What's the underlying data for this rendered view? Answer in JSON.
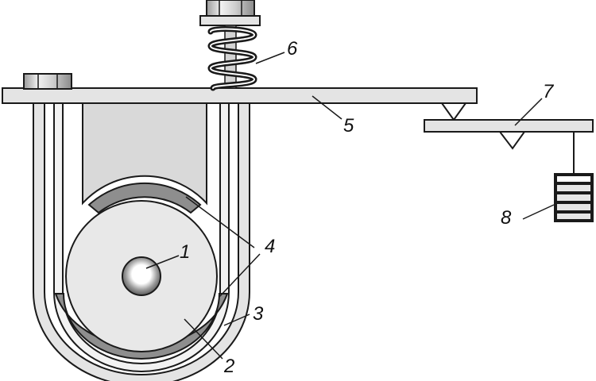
{
  "diagram": {
    "callouts": {
      "c1": "1",
      "c2": "2",
      "c3": "3",
      "c4": "4",
      "c5": "5",
      "c6": "6",
      "c7": "7",
      "c8": "8"
    },
    "colors": {
      "stroke": "#1a1a1a",
      "light_metal": "#e4e4e4",
      "mid_metal": "#d2d2d2",
      "shoe_lining": "#8e8e8e",
      "spring": "#1a1a1a",
      "background": "#ffffff"
    }
  }
}
